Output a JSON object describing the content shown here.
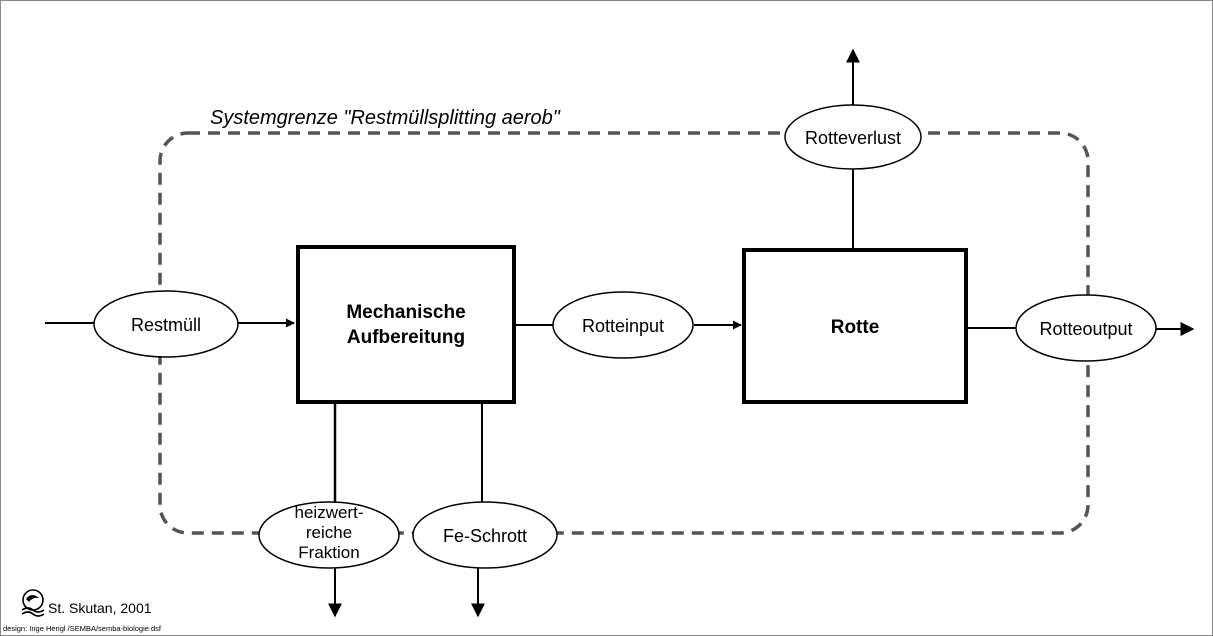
{
  "system_boundary_label": "Systemgrenze \"Restmüllsplitting aerob\"",
  "processes": {
    "mechanical": [
      "Mechanische",
      "Aufbereitung"
    ],
    "rotte": "Rotte"
  },
  "flows": {
    "restmuell": "Restmüll",
    "rotteinput": "Rotteinput",
    "rotteoutput": "Rotteoutput",
    "rotteverlust": "Rotteverlust",
    "heizwert": [
      "heizwert-",
      "reiche",
      "Fraktion"
    ],
    "fe_schrott": "Fe-Schrott"
  },
  "credits": {
    "author": "St. Skutan, 2001",
    "design": "design: Inge Hengl /SEMBA/semba-biologie.dsf"
  },
  "colors": {
    "boundary": "#555555",
    "stroke": "#000000"
  }
}
